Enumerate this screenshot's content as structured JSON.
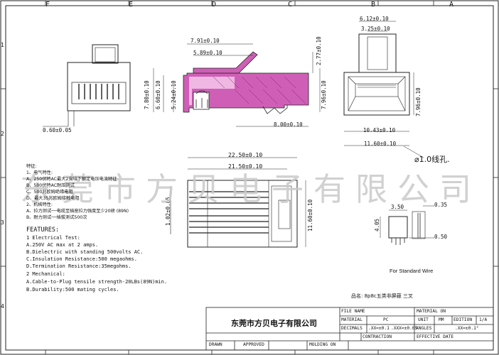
{
  "border": {
    "top_letters": [
      "F",
      "E",
      "D",
      "C",
      "B",
      "A"
    ],
    "side_numbers": [
      "1",
      "2",
      "3",
      "4"
    ]
  },
  "dims": {
    "d_6_12": "6.12±0.10",
    "d_3_25": "3.25±0.10",
    "d_7_91": "7.91±0.10",
    "d_5_89": "5.89±0.10",
    "d_2_77": "2.77±0.10",
    "d_7_80": "7.80±0.10",
    "d_6_60": "6.60±0.10",
    "d_5_24": "5.24±0.10",
    "d_7_96a": "7.96±0.10",
    "d_7_96b": "7.96±0.10",
    "d_0_60": "0.60±0.05",
    "d_8_00": "8.00±0.10",
    "d_10_43": "10.43±0.10",
    "d_11_60a": "11.60±0.10",
    "d_22_50": "22.50±0.10",
    "d_21_50": "21.50±0.10",
    "d_1_02": "1.02±0.05",
    "d_11_60b": "11.60±0.10",
    "d_3_50": "3.50",
    "d_0_35": "0.35",
    "d_4_05": "4.05",
    "d_0_50": "0.50"
  },
  "hole_note": "⌀1.0线孔.",
  "standard_wire": "For Standard Wire",
  "specs_cn": {
    "title": "特征:",
    "lines": [
      "1、电气特性:",
      "A、250伏特AC最大2安培下额定电压电流特征",
      "B、500伏特AC耐压测试",
      "C、500兆欧姆绝缘电阻",
      "D、最大35兆欧姆接触电阻",
      "2、机械特性:",
      "A、拉力测试──电缆至插座拉力强度至少20磅 (89N)",
      "B、耐力测试──插拔测试500次"
    ]
  },
  "features": {
    "title": "FEATURES:",
    "lines": [
      "1 Electrical Test:",
      "A.250V AC max at 2 amps.",
      "B.Dielectric with standing 500volts AC.",
      "C.Insulation Resistance:500 megaohms.",
      "D.Termination Resistance:35megohms.",
      "2 Mechanical:",
      "A.Cable-to-Plug tensile strength-20LBs(89N)min.",
      "B.Durability:500 mating cycles."
    ]
  },
  "watermark": "东莞市方贝电子有限公司",
  "product_name": "品名: 8p8c五类非屏蔽 三叉",
  "title_block": {
    "company": "东莞市方贝电子有限公司",
    "file_name": "FILE NAME",
    "material": "MATERIAL",
    "material_value": "PC",
    "decimals": "DECIMALS",
    "tol1": ".XX=±0.1",
    "tol2": ".XXX=±0.05",
    "contraction": "CONTRACTION",
    "material_on": "MATERIAL ON",
    "unit": "UNIT",
    "unit_value": "MM",
    "edition": "EDITION",
    "edition_value": "1/A",
    "angles": "ANGLES",
    "angles_value": ".XX=±0.1°",
    "effective_date": "EFFECTIVE DATE",
    "drawn": "DRAWN",
    "approved": "APPROVED",
    "molding_on": "MOLDING ON"
  }
}
